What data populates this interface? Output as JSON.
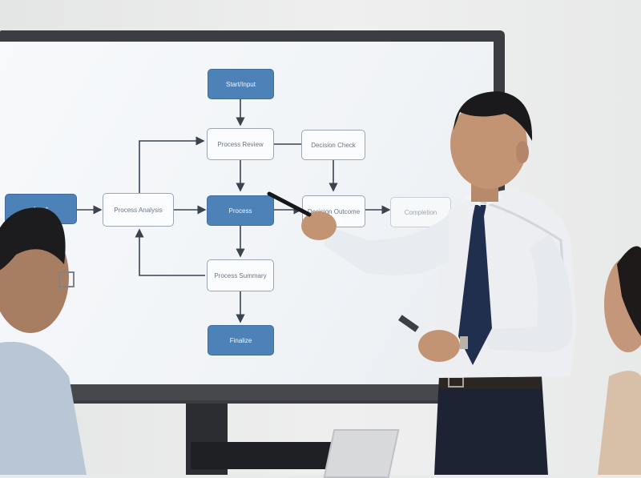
{
  "scene": {
    "description_kind": "photo",
    "subject": "presenter at flowchart display"
  },
  "flowchart": {
    "nodes": [
      {
        "id": "n1",
        "label": "Start/Input",
        "style": "solid"
      },
      {
        "id": "n2",
        "label": "Process Review",
        "style": "outline"
      },
      {
        "id": "n3",
        "label": "Decision Check",
        "style": "outline"
      },
      {
        "id": "n4",
        "label": "Input",
        "style": "solid"
      },
      {
        "id": "n5",
        "label": "Process Analysis",
        "style": "outline"
      },
      {
        "id": "n6",
        "label": "Process",
        "style": "solid"
      },
      {
        "id": "n7",
        "label": "Decision Outcome",
        "style": "outline"
      },
      {
        "id": "n8",
        "label": "Completion",
        "style": "faded"
      },
      {
        "id": "n9",
        "label": "Process Summary",
        "style": "outline"
      },
      {
        "id": "n10",
        "label": "Finalize",
        "style": "solid"
      }
    ]
  },
  "colors": {
    "node_fill": "#4d82b9",
    "screen_bg": "#f4f7fa",
    "monitor_frame": "#3b3d41",
    "tie": "#1f2f4d",
    "shirt": "#eceef1"
  }
}
